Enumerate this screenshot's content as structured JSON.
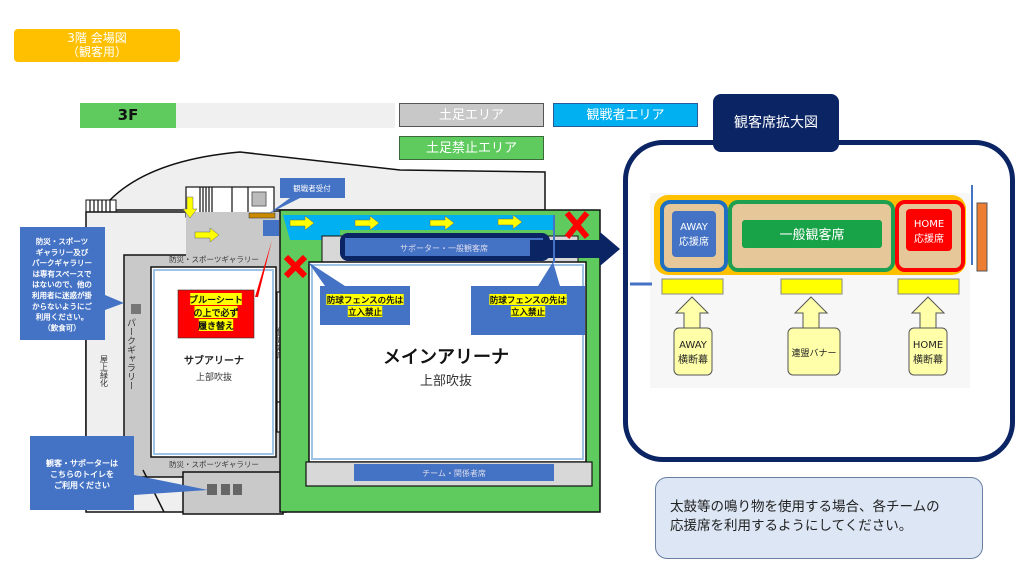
{
  "header": {
    "title_line1": "3階 会場図",
    "title_line2": "（観客用）"
  },
  "floor": {
    "label": "3F"
  },
  "legend": {
    "dosoku": "土足エリア",
    "kansen": "観戦者エリア",
    "kinshi": "土足禁止エリア"
  },
  "floor_plan": {
    "reception_label": "観戦者受付",
    "supporter_seats": "サポーター・一般観客席",
    "team_seats": "チーム・関係者席",
    "gallery_top": "防災・スポーツギャラリー",
    "gallery_bottom": "防災・スポーツギャラリー",
    "park_gallery": "パークギャラリー",
    "rooftop_green": "屋上緑化",
    "storage": "備蓄倉庫",
    "sub_arena": "サブアリーナ",
    "sub_arena_sub": "上部吹抜",
    "main_arena": "メインアリーナ",
    "main_arena_sub": "上部吹抜",
    "gallery_note": [
      "防災・スポーツ",
      "ギャラリー及び",
      "パークギャラリー",
      "は専有スペースで",
      "はないので、他の",
      "利用者に迷惑が掛",
      "からないようにご",
      "利用ください。",
      "（飲食可）"
    ],
    "bluesheet_note": [
      "ブルーシート",
      "の上で必ず",
      "履き替え"
    ],
    "fence_note_left": [
      "防球フェンスの先は",
      "立入禁止"
    ],
    "fence_note_right": [
      "防球フェンスの先は",
      "立入禁止"
    ],
    "toilet_note": [
      "観客・サポーターは",
      "こちらのトイレを",
      "ご利用ください"
    ]
  },
  "enlarged": {
    "title": "観客席拡大図",
    "away_seat": [
      "AWAY",
      "応援席"
    ],
    "general_seat": "一般観客席",
    "home_seat": [
      "HOME",
      "応援席"
    ],
    "away_banner": [
      "AWAY",
      "横断幕"
    ],
    "league_banner": "連盟バナー",
    "home_banner": [
      "HOME",
      "横断幕"
    ]
  },
  "note": {
    "line1": "太鼓等の鳴り物を使用する場合、各チームの",
    "line2": "応援席を利用するようにしてください。"
  },
  "colors": {
    "accent_orange": "#FFC000",
    "green_area": "#5FCB5F",
    "blue_area": "#00B0F0",
    "navy": "#0B2464",
    "callout_blue": "#4472C4",
    "red": "#FF0000",
    "yellow": "#FFFF00"
  }
}
